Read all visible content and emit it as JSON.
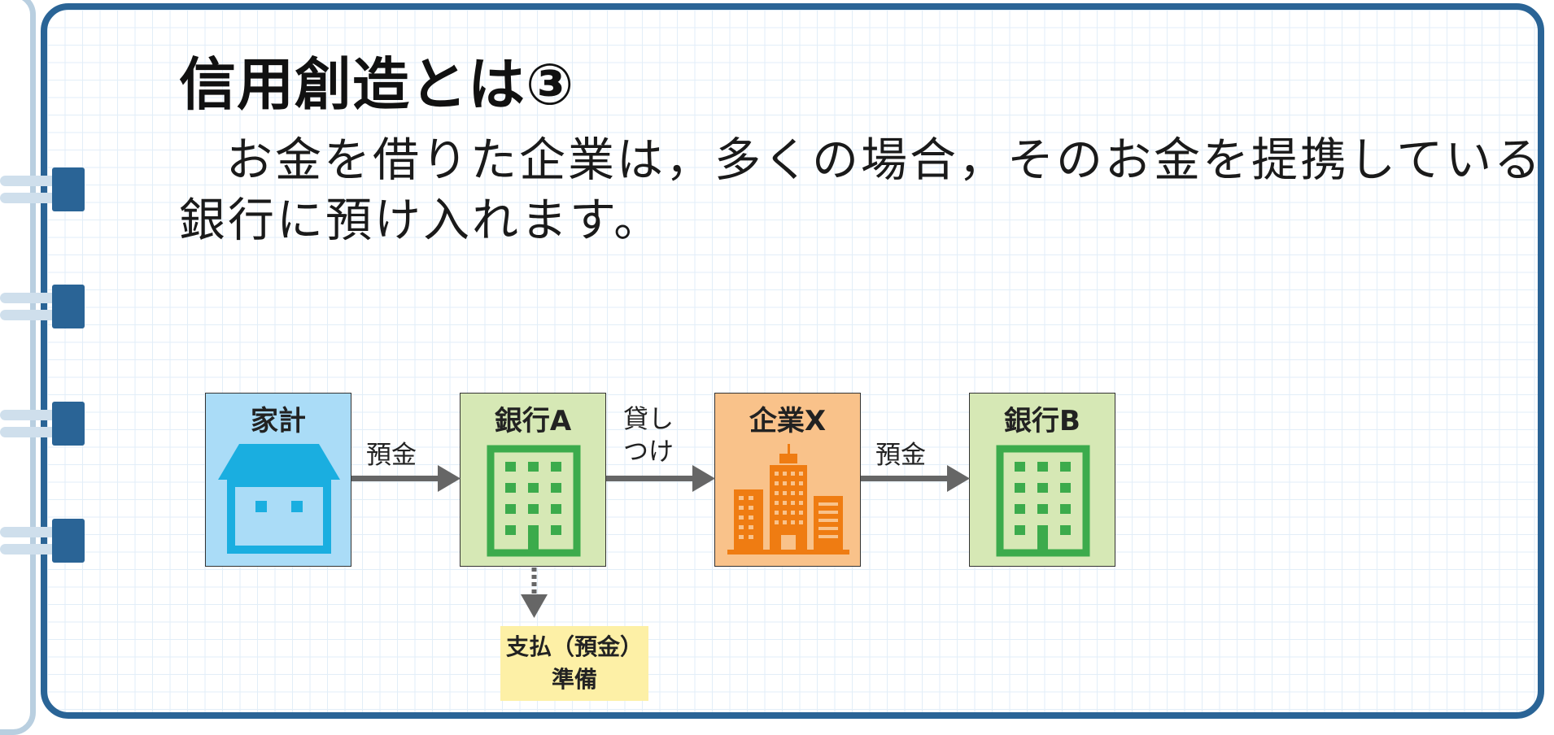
{
  "slide": {
    "title": "信用創造とは③",
    "body": "お金を借りた企業は，多くの場合，そのお金を提携している銀行に預け入れます。"
  },
  "diagram": {
    "nodes": [
      {
        "id": "household",
        "label": "家計",
        "icon": "house-icon",
        "fill": "#aadcf7",
        "icon_color": "#1aaee0"
      },
      {
        "id": "bank_a",
        "label": "銀行A",
        "icon": "building-icon",
        "fill": "#d6e8b5",
        "icon_color": "#3cab4c"
      },
      {
        "id": "company_x",
        "label": "企業X",
        "icon": "city-buildings-icon",
        "fill": "#f9c28a",
        "icon_color": "#ef7c12"
      },
      {
        "id": "bank_b",
        "label": "銀行B",
        "icon": "building-icon",
        "fill": "#d6e8b5",
        "icon_color": "#3cab4c"
      }
    ],
    "edges": [
      {
        "from": "household",
        "to": "bank_a",
        "label": "預金"
      },
      {
        "from": "bank_a",
        "to": "company_x",
        "label_line1": "貸し",
        "label_line2": "つけ"
      },
      {
        "from": "company_x",
        "to": "bank_b",
        "label": "預金"
      }
    ],
    "reserve_note": {
      "line1": "支払（預金）",
      "line2": "準備",
      "fill": "#fdf0a6"
    },
    "arrow_color": "#666666"
  },
  "colors": {
    "frame": "#2a6496",
    "grid": "#e2eef8"
  }
}
